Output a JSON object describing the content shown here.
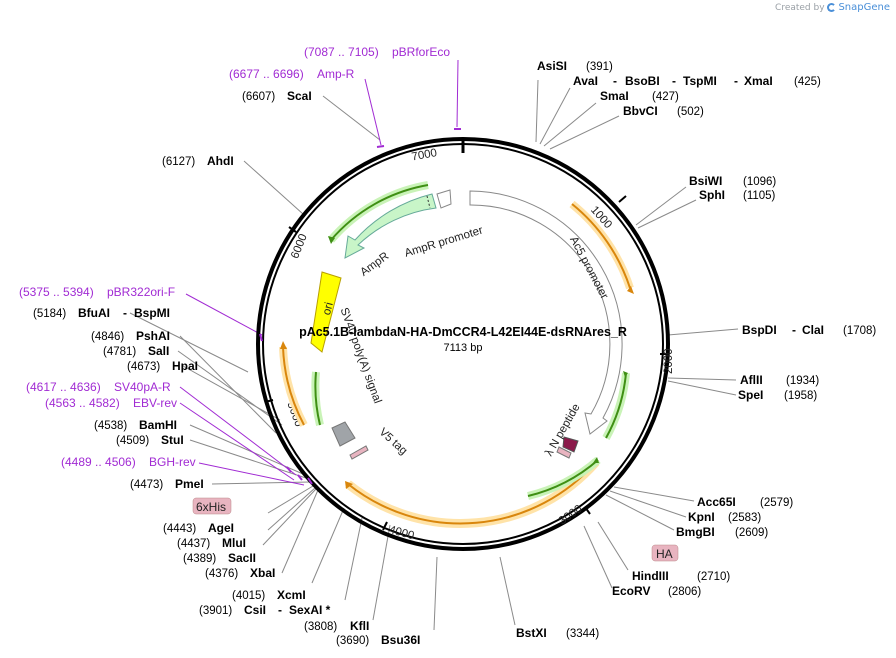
{
  "brand": {
    "created_by": "Created by",
    "app": "SnapGene"
  },
  "plasmid": {
    "name": "pAc5.1B-lambdaN-HA-DmCCR4-L42EI44E-dsRNAres_R",
    "length": "7113 bp"
  },
  "ticks": [
    "1000",
    "2000",
    "3000",
    "4000",
    "5000",
    "6000",
    "7000"
  ],
  "features": {
    "ac5_promoter": "Ac5 promoter",
    "ampr_promoter": "AmpR promoter",
    "ampr": "AmpR",
    "ori": "ori",
    "sv40": "SV40 poly(A) signal",
    "v5": "V5 tag",
    "lambda_n": "λ N peptide"
  },
  "tags": {
    "six_his": "6xHis",
    "ha": "HA"
  },
  "primers": {
    "pbrforeco": {
      "pos": "(7087 .. 7105)",
      "name": "pBRforEco"
    },
    "amp_r": {
      "pos": "(6677 .. 6696)",
      "name": "Amp-R"
    },
    "pbr322ori": {
      "pos": "(5375 .. 5394)",
      "name": "pBR322ori-F"
    },
    "sv40pa": {
      "pos": "(4617 .. 4636)",
      "name": "SV40pA-R"
    },
    "ebv": {
      "pos": "(4563 .. 4582)",
      "name": "EBV-rev"
    },
    "bgh": {
      "pos": "(4489 .. 4506)",
      "name": "BGH-rev"
    }
  },
  "sites": {
    "asisi": {
      "name": "AsiSI",
      "pos": "(391)"
    },
    "aval": {
      "name": "AvaI",
      "sep1": "-",
      "name2": "BsoBI",
      "sep2": "-",
      "name3": "TspMI",
      "sep3": "-",
      "name4": "XmaI",
      "pos": "(425)"
    },
    "smai": {
      "name": "SmaI",
      "pos": "(427)"
    },
    "bbvci": {
      "name": "BbvCI",
      "pos": "(502)"
    },
    "bsiwi": {
      "name": "BsiWI",
      "pos": "(1096)"
    },
    "sphi": {
      "name": "SphI",
      "pos": "(1105)"
    },
    "bspdi": {
      "name": "BspDI",
      "sep": "-",
      "name2": "ClaI",
      "pos": "(1708)"
    },
    "aflii": {
      "name": "AflII",
      "pos": "(1934)"
    },
    "spei": {
      "name": "SpeI",
      "pos": "(1958)"
    },
    "acc65i": {
      "name": "Acc65I",
      "pos": "(2579)"
    },
    "kpni": {
      "name": "KpnI",
      "pos": "(2583)"
    },
    "bmgbi": {
      "name": "BmgBI",
      "pos": "(2609)"
    },
    "hindiii": {
      "name": "HindIII",
      "pos": "(2710)"
    },
    "ecorv": {
      "name": "EcoRV",
      "pos": "(2806)"
    },
    "bstxi": {
      "name": "BstXI",
      "pos": "(3344)"
    },
    "bsu36i": {
      "pos": "(3690)",
      "name": "Bsu36I"
    },
    "kfli": {
      "pos": "(3808)",
      "name": "KflI"
    },
    "csii": {
      "pos": "(3901)",
      "name": "CsiI",
      "sep": "-",
      "name2": "SexAI *"
    },
    "xcmi": {
      "pos": "(4015)",
      "name": "XcmI"
    },
    "xbai": {
      "pos": "(4376)",
      "name": "XbaI"
    },
    "sacii": {
      "pos": "(4389)",
      "name": "SacII"
    },
    "mlui": {
      "pos": "(4437)",
      "name": "MluI"
    },
    "agei": {
      "pos": "(4443)",
      "name": "AgeI"
    },
    "pmei": {
      "pos": "(4473)",
      "name": "PmeI"
    },
    "stui": {
      "pos": "(4509)",
      "name": "StuI"
    },
    "bamhi": {
      "pos": "(4538)",
      "name": "BamHI"
    },
    "hpai": {
      "pos": "(4673)",
      "name": "HpaI"
    },
    "sali": {
      "pos": "(4781)",
      "name": "SalI"
    },
    "pshai": {
      "pos": "(4846)",
      "name": "PshAI"
    },
    "bfuai": {
      "pos": "(5184)",
      "name": "BfuAI",
      "sep": "-",
      "name2": "BspMI"
    },
    "scai": {
      "pos": "(6607)",
      "name": "ScaI"
    },
    "ahdi": {
      "pos": "(6127)",
      "name": "AhdI"
    }
  },
  "colors": {
    "backbone": "#000000",
    "primer": "#a12bd3",
    "ampr_fill": "#c8f5c8",
    "ori_fill": "#ffff00",
    "orf_orange": "#f5a623",
    "orf_green": "#4caf1a",
    "lambda_fill": "#8b1a4a",
    "tag_bg": "#e8b4c0",
    "sv40_fill": "#a0a4a8"
  }
}
